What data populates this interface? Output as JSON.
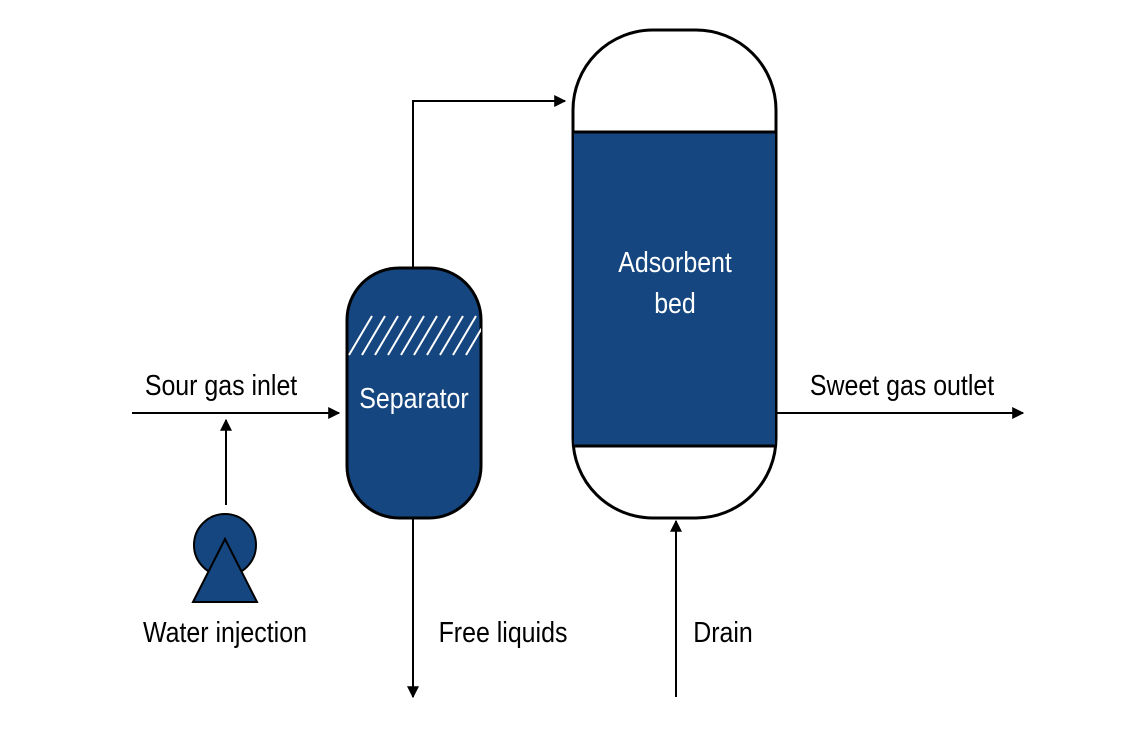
{
  "colors": {
    "vessel_fill": "#15467f",
    "line": "#000000",
    "background": "#ffffff",
    "label_on_vessel": "#ffffff"
  },
  "labels": {
    "sour_gas_inlet": "Sour gas inlet",
    "separator": "Separator",
    "adsorbent_bed_line1": "Adsorbent",
    "adsorbent_bed_line2": "bed",
    "sweet_gas_outlet": "Sweet gas outlet",
    "water_injection": "Water injection",
    "free_liquids": "Free liquids",
    "drain": "Drain"
  },
  "icons": {
    "pump": "pump-icon",
    "demister": "demister-pad-icon"
  }
}
